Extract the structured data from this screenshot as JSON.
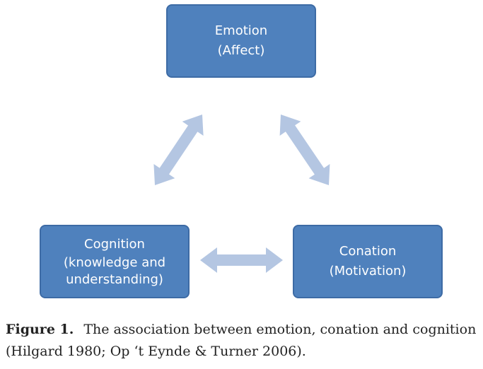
{
  "nodes": {
    "emotion": {
      "line1": "Emotion",
      "line2": "(Affect)"
    },
    "cognition": {
      "line1": "Cognition",
      "line2": "(knowledge and",
      "line3": "understanding)"
    },
    "conation": {
      "line1": "Conation",
      "line2": "(Motivation)"
    }
  },
  "caption": {
    "label": "Figure 1.",
    "text": "The association between emotion, conation and cognition (Hilgard 1980; Op ‘t Eynde & Turner 2006)."
  },
  "colors": {
    "node_fill": "#4f81bd",
    "node_border": "#3d6ba5",
    "arrow_fill": "#b4c6e2"
  }
}
